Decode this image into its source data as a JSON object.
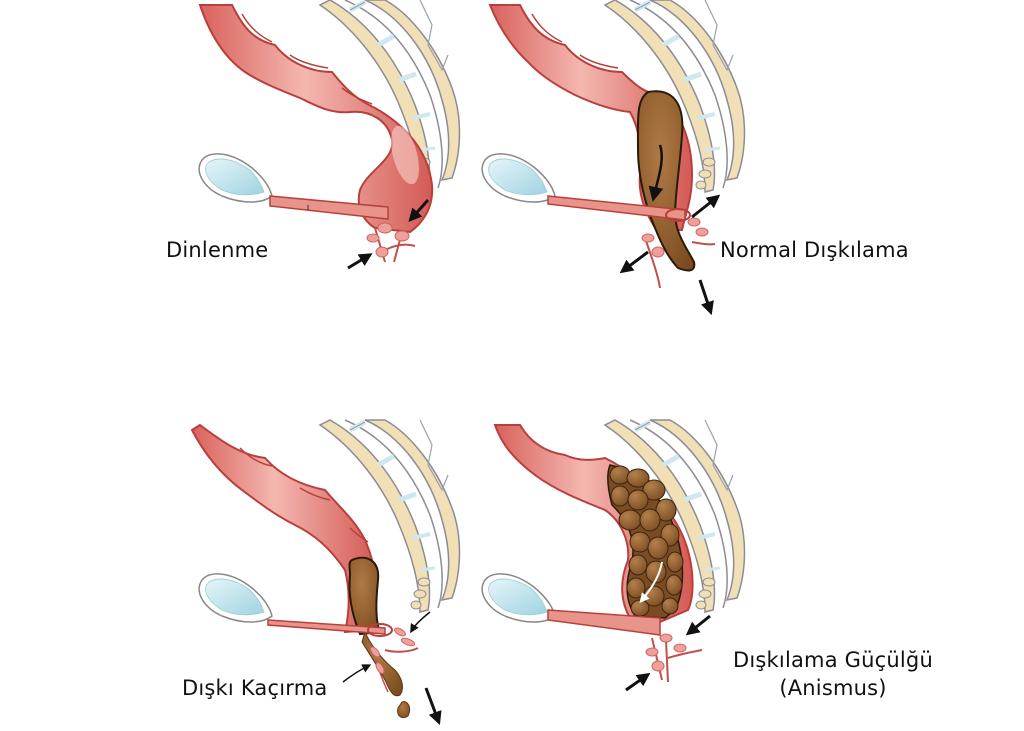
{
  "diagram": {
    "panels": [
      {
        "id": "resting",
        "label": "Dinlenme",
        "state": "empty rectum, sphincters contracted"
      },
      {
        "id": "normal-defecation",
        "label": "Normal Dışkılama",
        "state": "stool passing, muscles relaxed"
      },
      {
        "id": "fecal-incontinence",
        "label": "Dışkı Kaçırma",
        "state": "stool leaking, weak sphincter"
      },
      {
        "id": "anismus",
        "label_line1": "Dışkılama Güçülğü",
        "label_line2": "(Anismus)",
        "state": "impacted stool, paradoxical contraction"
      }
    ],
    "colors": {
      "colon": "#e0706a",
      "colon_highlight": "#f6c3bd",
      "colon_outline": "#b8403c",
      "stool": "#8b5a2b",
      "stool_dark": "#5a3614",
      "bone": "#f1dfb6",
      "disc": "#cfe8ef",
      "bladder": "#bfe3ec",
      "muscle": "#e8948a",
      "arrow": "#111111"
    }
  }
}
